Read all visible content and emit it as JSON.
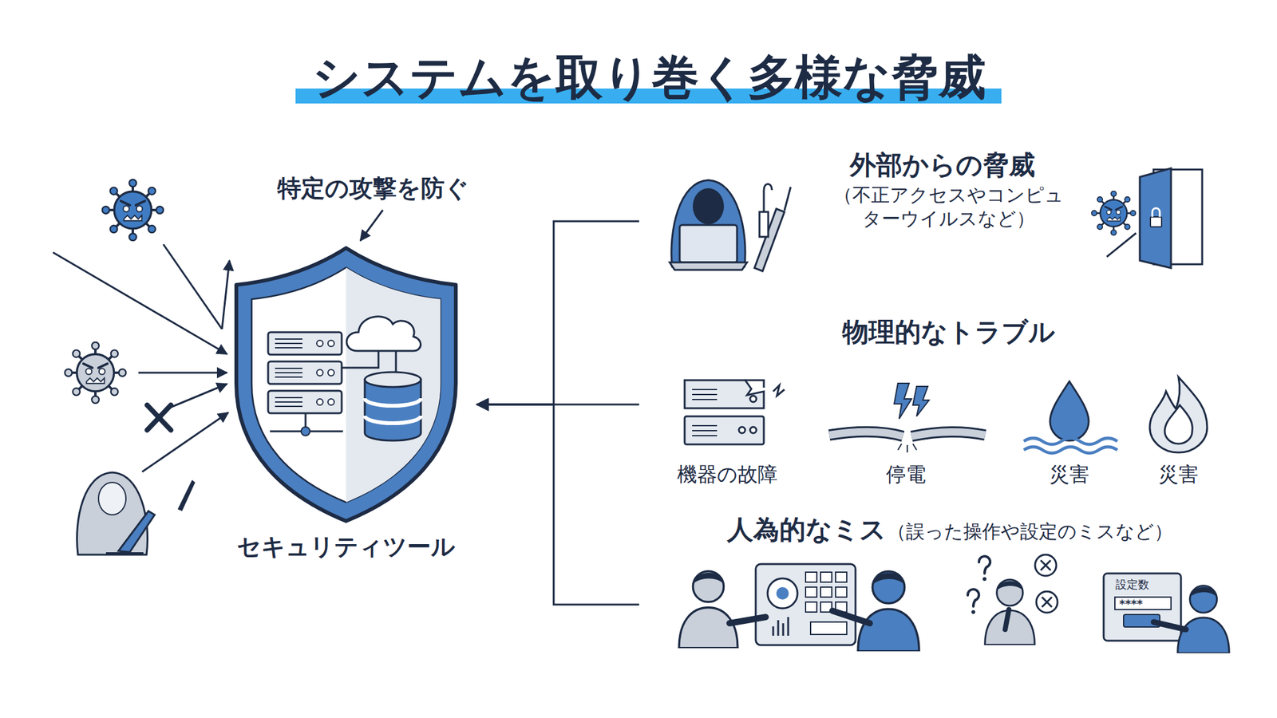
{
  "diagram": {
    "title": "システムを取り巻く多様な脅威",
    "nodes": [
      {
        "text": [
          "セキュリティツール"
        ]
      },
      {
        "text": [
          "外部からの脅威",
          "（不正アクセスやコンピュ ターウイルスなど）"
        ]
      },
      {
        "text": [
          "物理的なトラブル"
        ]
      },
      {
        "text": [
          "人為的なミス",
          "（誤った操作や設定のミスなど）"
        ]
      }
    ],
    "edges": [
      {
        "from": 1,
        "to": 0,
        "arrow": "to"
      },
      {
        "from": 2,
        "to": 0,
        "arrow": "to"
      },
      {
        "from": 3,
        "to": 0,
        "arrow": "to"
      }
    ],
    "labels": [
      "特定の攻撃を防ぐ",
      "機器の故障",
      "停電",
      "災害",
      "災害",
      "設定数",
      "****"
    ]
  }
}
